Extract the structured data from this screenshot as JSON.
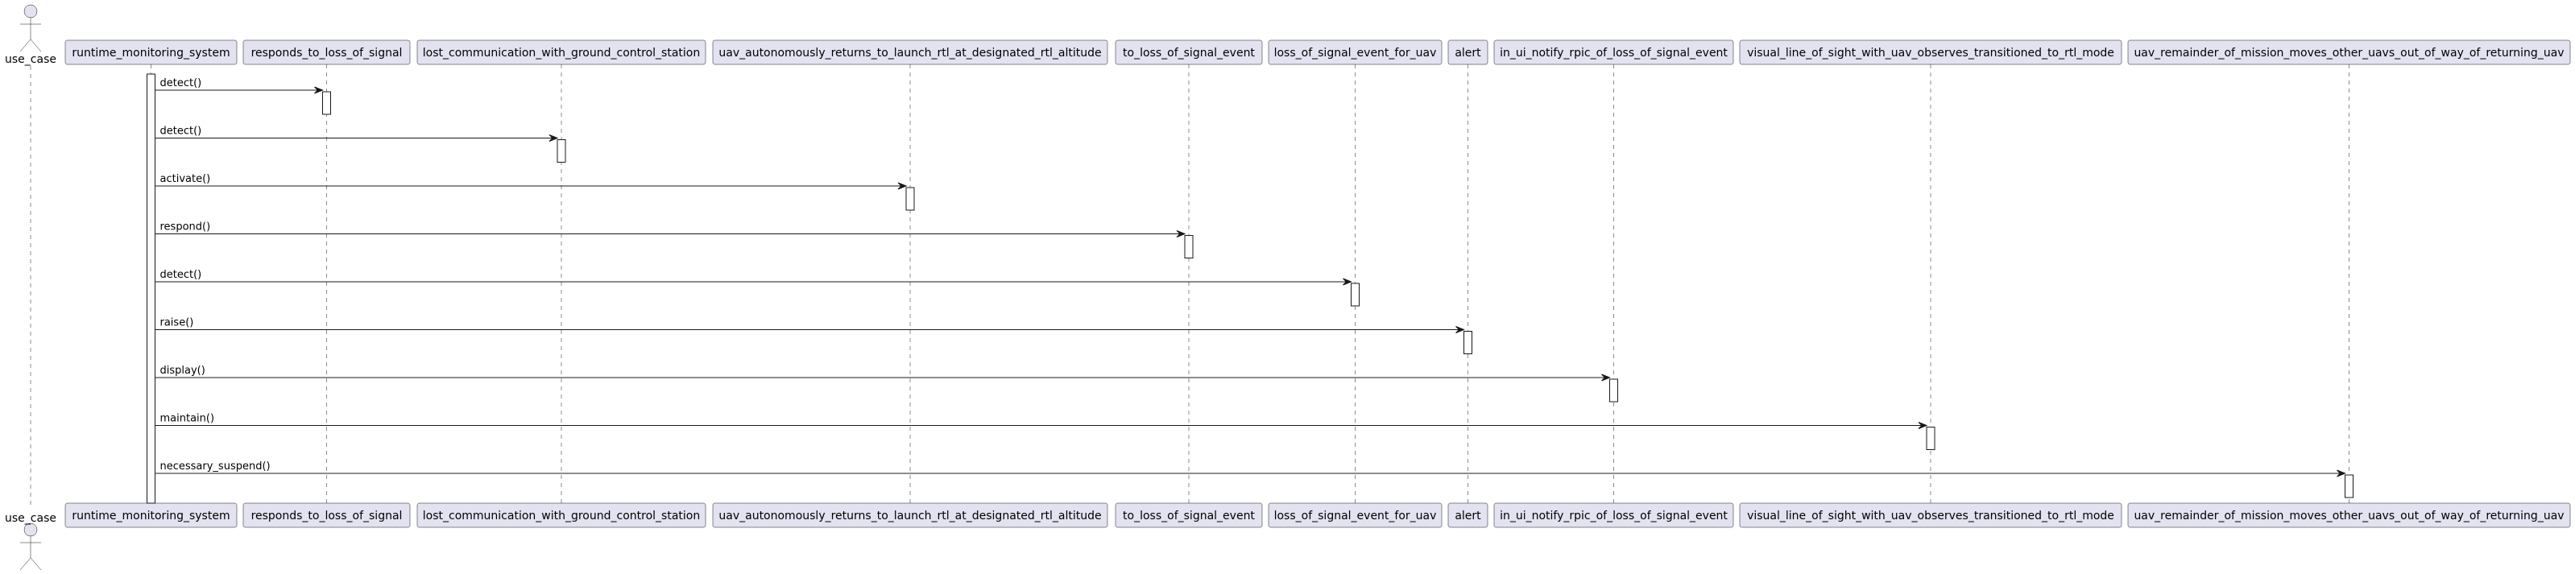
{
  "diagram": {
    "type": "sequence",
    "actor": {
      "label": "use_case"
    },
    "participants": [
      "runtime_monitoring_system",
      "responds_to_loss_of_signal",
      "lost_communication_with_ground_control_station",
      "uav_autonomously_returns_to_launch_rtl_at_designated_rtl_altitude",
      "to_loss_of_signal_event",
      "loss_of_signal_event_for_uav",
      "alert",
      "in_ui_notify_rpic_of_loss_of_signal_event",
      "visual_line_of_sight_with_uav_observes_transitioned_to_rtl_mode",
      "uav_remainder_of_mission_moves_other_uavs_out_of_way_of_returning_uav"
    ],
    "messages": [
      {
        "from": "runtime_monitoring_system",
        "to": "responds_to_loss_of_signal",
        "label": "detect()"
      },
      {
        "from": "runtime_monitoring_system",
        "to": "lost_communication_with_ground_control_station",
        "label": "detect()"
      },
      {
        "from": "runtime_monitoring_system",
        "to": "uav_autonomously_returns_to_launch_rtl_at_designated_rtl_altitude",
        "label": "activate()"
      },
      {
        "from": "runtime_monitoring_system",
        "to": "to_loss_of_signal_event",
        "label": "respond()"
      },
      {
        "from": "runtime_monitoring_system",
        "to": "loss_of_signal_event_for_uav",
        "label": "detect()"
      },
      {
        "from": "runtime_monitoring_system",
        "to": "alert",
        "label": "raise()"
      },
      {
        "from": "runtime_monitoring_system",
        "to": "in_ui_notify_rpic_of_loss_of_signal_event",
        "label": "display()"
      },
      {
        "from": "runtime_monitoring_system",
        "to": "visual_line_of_sight_with_uav_observes_transitioned_to_rtl_mode",
        "label": "maintain()"
      },
      {
        "from": "runtime_monitoring_system",
        "to": "uav_remainder_of_mission_moves_other_uavs_out_of_way_of_returning_uav",
        "label": "necessary_suspend()"
      }
    ]
  }
}
